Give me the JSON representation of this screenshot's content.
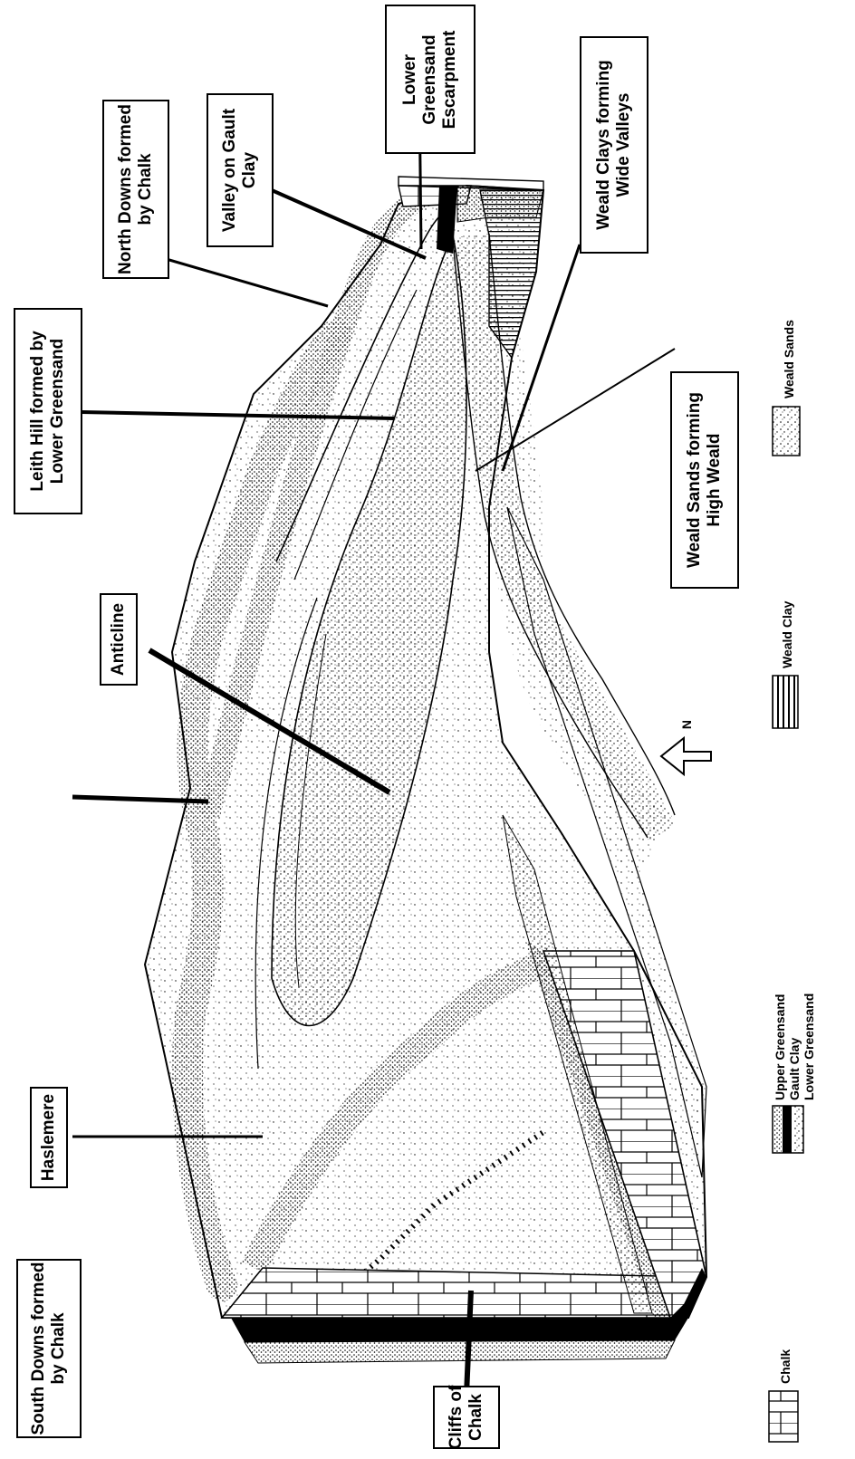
{
  "callouts": {
    "south_downs": [
      "South Downs formed",
      "by Chalk"
    ],
    "haslemere": [
      "Haslemere"
    ],
    "anticline": [
      "Anticline"
    ],
    "leith_hill": [
      "Leith Hill formed by",
      "Lower Greensand"
    ],
    "north_downs": [
      "North Downs formed",
      "by Chalk"
    ],
    "valley_gault": [
      "Valley on Gault",
      "Clay"
    ],
    "lower_greensand_escarpment": [
      "Lower",
      "Greensand",
      "Escarpment"
    ],
    "weald_clays": [
      "Weald Clays forming",
      "Wide Valleys"
    ],
    "weald_sands": [
      "Weald Sands forming",
      "High Weald"
    ],
    "cliffs_of_chalk": [
      "Cliffs of",
      "Chalk"
    ]
  },
  "north_label": "N",
  "legend": {
    "chalk": "Chalk",
    "upper_greensand": "Upper Greensand",
    "gault_clay": "Gault Clay",
    "lower_greensand": "Lower Greensand",
    "weald_clay": "Weald Clay",
    "weald_sands": "Weald Sands"
  }
}
